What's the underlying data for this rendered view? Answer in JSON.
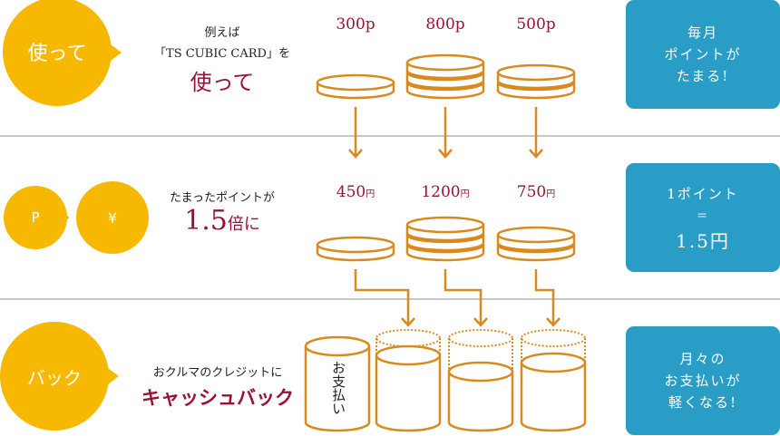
{
  "row1": {
    "badge": "使って",
    "line1": "例えば",
    "line2": "「TS CUBIC CARD」を",
    "headline": "使って",
    "points": [
      {
        "label": "300p",
        "coins": 1
      },
      {
        "label": "800p",
        "coins": 3
      },
      {
        "label": "500p",
        "coins": 2
      }
    ],
    "info": [
      "毎月",
      "ポイントが",
      "たまる!"
    ]
  },
  "row2": {
    "badge_p": "P",
    "badge_yen": "¥",
    "line1": "たまったポイントが",
    "headline_num": "1.5",
    "headline_suffix": "倍に",
    "amounts": [
      {
        "value": "450",
        "unit": "円",
        "coins": 1
      },
      {
        "value": "1200",
        "unit": "円",
        "coins": 3
      },
      {
        "value": "750",
        "unit": "円",
        "coins": 2
      }
    ],
    "info": [
      "1ポイント",
      "＝",
      "1.5円"
    ]
  },
  "row3": {
    "badge": "バック",
    "line1": "おクルマのクレジットに",
    "headline": "キャッシュバック",
    "payment_label": "お支払い",
    "info": [
      "月々の",
      "お支払いが",
      "軽くなる!"
    ]
  },
  "colors": {
    "yellow": "#f6b800",
    "orange": "#d98a1f",
    "maroon": "#9b1232",
    "blue": "#2a9dc6"
  }
}
